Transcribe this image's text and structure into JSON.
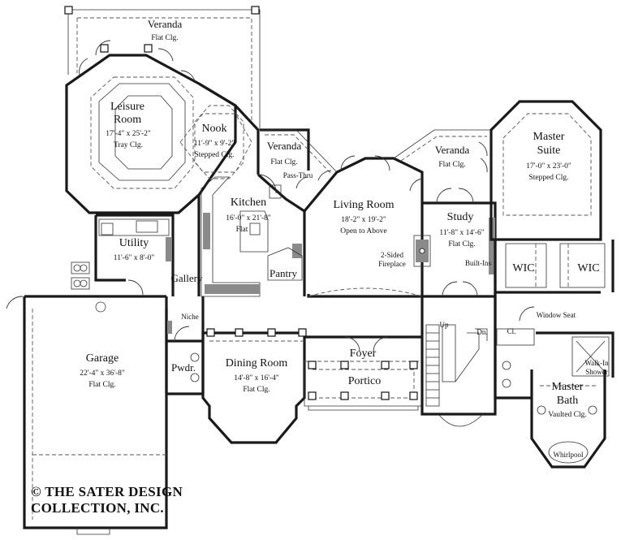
{
  "rooms": {
    "veranda_top": {
      "name": "Veranda",
      "note": "Flat Clg."
    },
    "leisure": {
      "name1": "Leisure",
      "name2": "Room",
      "dims": "17'-4\" x 25'-2\"",
      "note": "Tray Clg."
    },
    "nook": {
      "name": "Nook",
      "dims": "11'-9\" x 9'-2\"",
      "note": "Stepped Clg."
    },
    "veranda_mid": {
      "name": "Veranda",
      "note": "Flat Clg."
    },
    "pass_thru": "Pass-Thru",
    "kitchen": {
      "name": "Kitchen",
      "dims": "16'-0\" x 21'-8\"",
      "note": "Flat"
    },
    "pantry": {
      "name": "Pantry"
    },
    "living": {
      "name": "Living Room",
      "dims": "18'-2\" x 19'-2\"",
      "note": "Open to Above"
    },
    "fireplace": {
      "line1": "2-Sided",
      "line2": "Fireplace"
    },
    "veranda_right": {
      "name": "Veranda",
      "note": "Flat Clg."
    },
    "study": {
      "name": "Study",
      "dims": "11'-8\" x 14'-6\"",
      "note": "Flat Clg.",
      "builtins": "Built-Ins"
    },
    "master_suite": {
      "name1": "Master",
      "name2": "Suite",
      "dims": "17'-0\" x 23'-0\"",
      "note": "Stepped Clg."
    },
    "wic_left": "WIC",
    "wic_right": "WIC",
    "window_seat": "Window Seat",
    "utility": {
      "name": "Utility",
      "dims": "11'-6\" x 8'-0\""
    },
    "gallery": "Gallery",
    "niche": "Niche",
    "garage": {
      "name": "Garage",
      "dims": "22'-4\" x 36'-8\"",
      "note": "Flat Clg."
    },
    "pwdr": "Pwdr.",
    "dining": {
      "name": "Dining Room",
      "dims": "14'-8\" x 16'-4\"",
      "note": "Flat Clg."
    },
    "foyer": "Foyer",
    "portico": "Portico",
    "stair_up": "Up",
    "stair_dn": "Dn.",
    "closet": "Cl.",
    "walkin_shower": {
      "line1": "Walk-In",
      "line2": "Shower"
    },
    "master_bath": {
      "name1": "Master",
      "name2": "Bath",
      "note": "Vaulted Clg."
    },
    "whirlpool": "Whirlpool"
  },
  "copyright": {
    "line1": "© THE SATER DESIGN",
    "line2": "COLLECTION, INC."
  }
}
